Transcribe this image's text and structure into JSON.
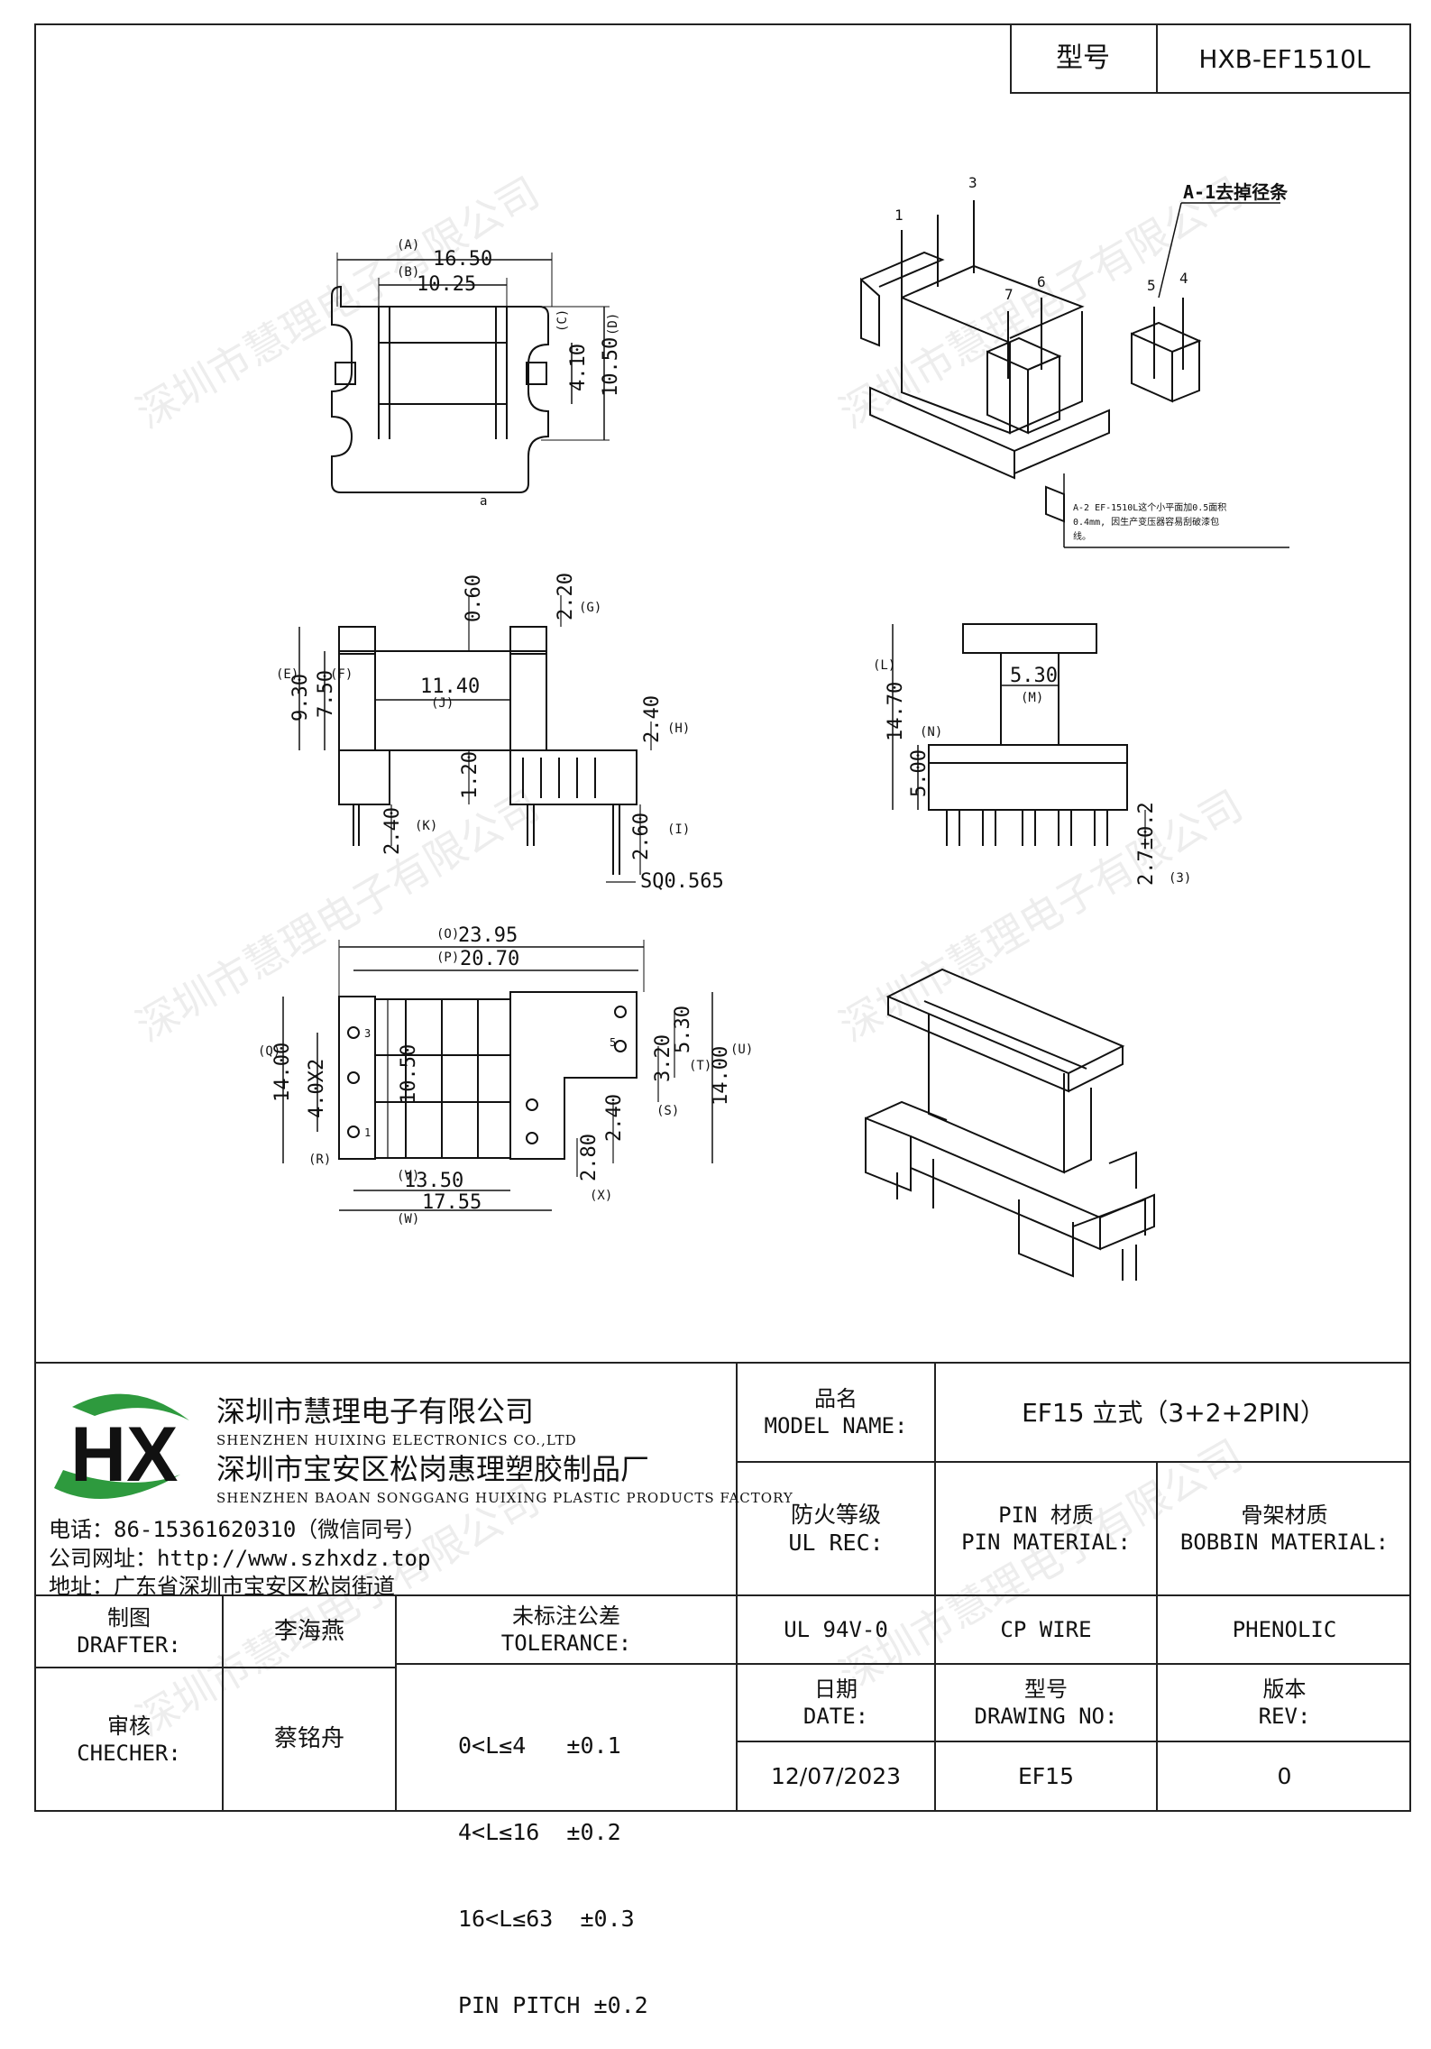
{
  "header": {
    "model_label": "型号",
    "model_value": "HXB-EF1510L"
  },
  "watermark_text": "深圳市慧理电子有限公司",
  "drawing": {
    "top_view": {
      "dims": [
        "16.50",
        "10.25",
        "4.10",
        "10.50"
      ],
      "letters": [
        "(A)",
        "(B)",
        "(C)",
        "(D)"
      ]
    },
    "iso_top": {
      "pins": [
        "1",
        "3",
        "7",
        "6",
        "5",
        "4"
      ],
      "note_a1": "A-1去掉径条",
      "note_a2_line1": "A-2 EF-1510L这个小平面加0.5面积",
      "note_a2_line2": "0.4mm, 因生产变压器容易刮破漆包",
      "note_a2_line3": "线。",
      "mark": "a"
    },
    "front_view": {
      "dims": [
        "0.60",
        "2.20",
        "9.30",
        "7.50",
        "11.40",
        "2.40",
        "1.20",
        "2.40",
        "2.60",
        "SQ0.565"
      ],
      "letters": [
        "(G)",
        "(E)",
        "(F)",
        "(J)",
        "(H)",
        "(K)",
        "(I)"
      ]
    },
    "side_view": {
      "dims": [
        "5.30",
        "14.70",
        "5.00",
        "2.7±0.2"
      ],
      "letters": [
        "(L)",
        "(M)",
        "(N)",
        "(3)"
      ]
    },
    "bottom_view": {
      "dims": [
        "23.95",
        "20.70",
        "5.30",
        "14.00",
        "10.50",
        "4.0X2",
        "3.20",
        "2.40",
        "2.80",
        "13.50",
        "17.55",
        "14.00"
      ],
      "letters": [
        "(O)",
        "(P)",
        "(Q)",
        "(R)",
        "(S)",
        "(T)",
        "(U)",
        "(V)",
        "(W)",
        "(X)"
      ],
      "pins": [
        "3",
        "1",
        "5"
      ]
    }
  },
  "company": {
    "name_cn1": "深圳市慧理电子有限公司",
    "name_en1": "SHENZHEN HUIXING ELECTRONICS CO.,LTD",
    "name_cn2": "深圳市宝安区松岗惠理塑胶制品厂",
    "name_en2": "SHENZHEN BAOAN SONGGANG HUIXING PLASTIC PRODUCTS FACTORY",
    "phone": "电话：86-15361620310（微信同号）",
    "website": "公司网址：http://www.szhxdz.top",
    "address": "地址：广东省深圳市宝安区松岗街道",
    "logo_text": "HX"
  },
  "title_block": {
    "product_name_cn": "品名",
    "product_name_en": "MODEL NAME:",
    "product_name_value": "EF15 立式（3+2+2PIN）",
    "ul_cn": "防火等级",
    "ul_en": "UL REC:",
    "pin_cn": "PIN 材质",
    "pin_en": "PIN MATERIAL:",
    "bobbin_cn": "骨架材质",
    "bobbin_en": "BOBBIN MATERIAL:",
    "ul_value": "UL 94V-0",
    "pin_value": "CP WIRE",
    "bobbin_value": "PHENOLIC",
    "drafter_cn": "制图",
    "drafter_en": "DRAFTER:",
    "drafter_name": "李海燕",
    "checker_cn": "审核",
    "checker_en": "CHECHER:",
    "checker_name": "蔡铭舟",
    "tolerance_cn": "未标注公差",
    "tolerance_en": "TOLERANCE:",
    "tolerance_lines": [
      "0<L≤4   ±0.1",
      "4<L≤16  ±0.2",
      "16<L≤63  ±0.3",
      "PIN PITCH ±0.2"
    ],
    "date_cn": "日期",
    "date_en": "DATE:",
    "drawing_no_cn": "型号",
    "drawing_no_en": "DRAWING NO:",
    "rev_cn": "版本",
    "rev_en": "REV:",
    "date_value": "12/07/2023",
    "drawing_no_value": "EF15",
    "rev_value": "0"
  },
  "colors": {
    "logo_green": "#2e9a3e",
    "logo_yellow": "#e8b800",
    "line": "#222222"
  }
}
